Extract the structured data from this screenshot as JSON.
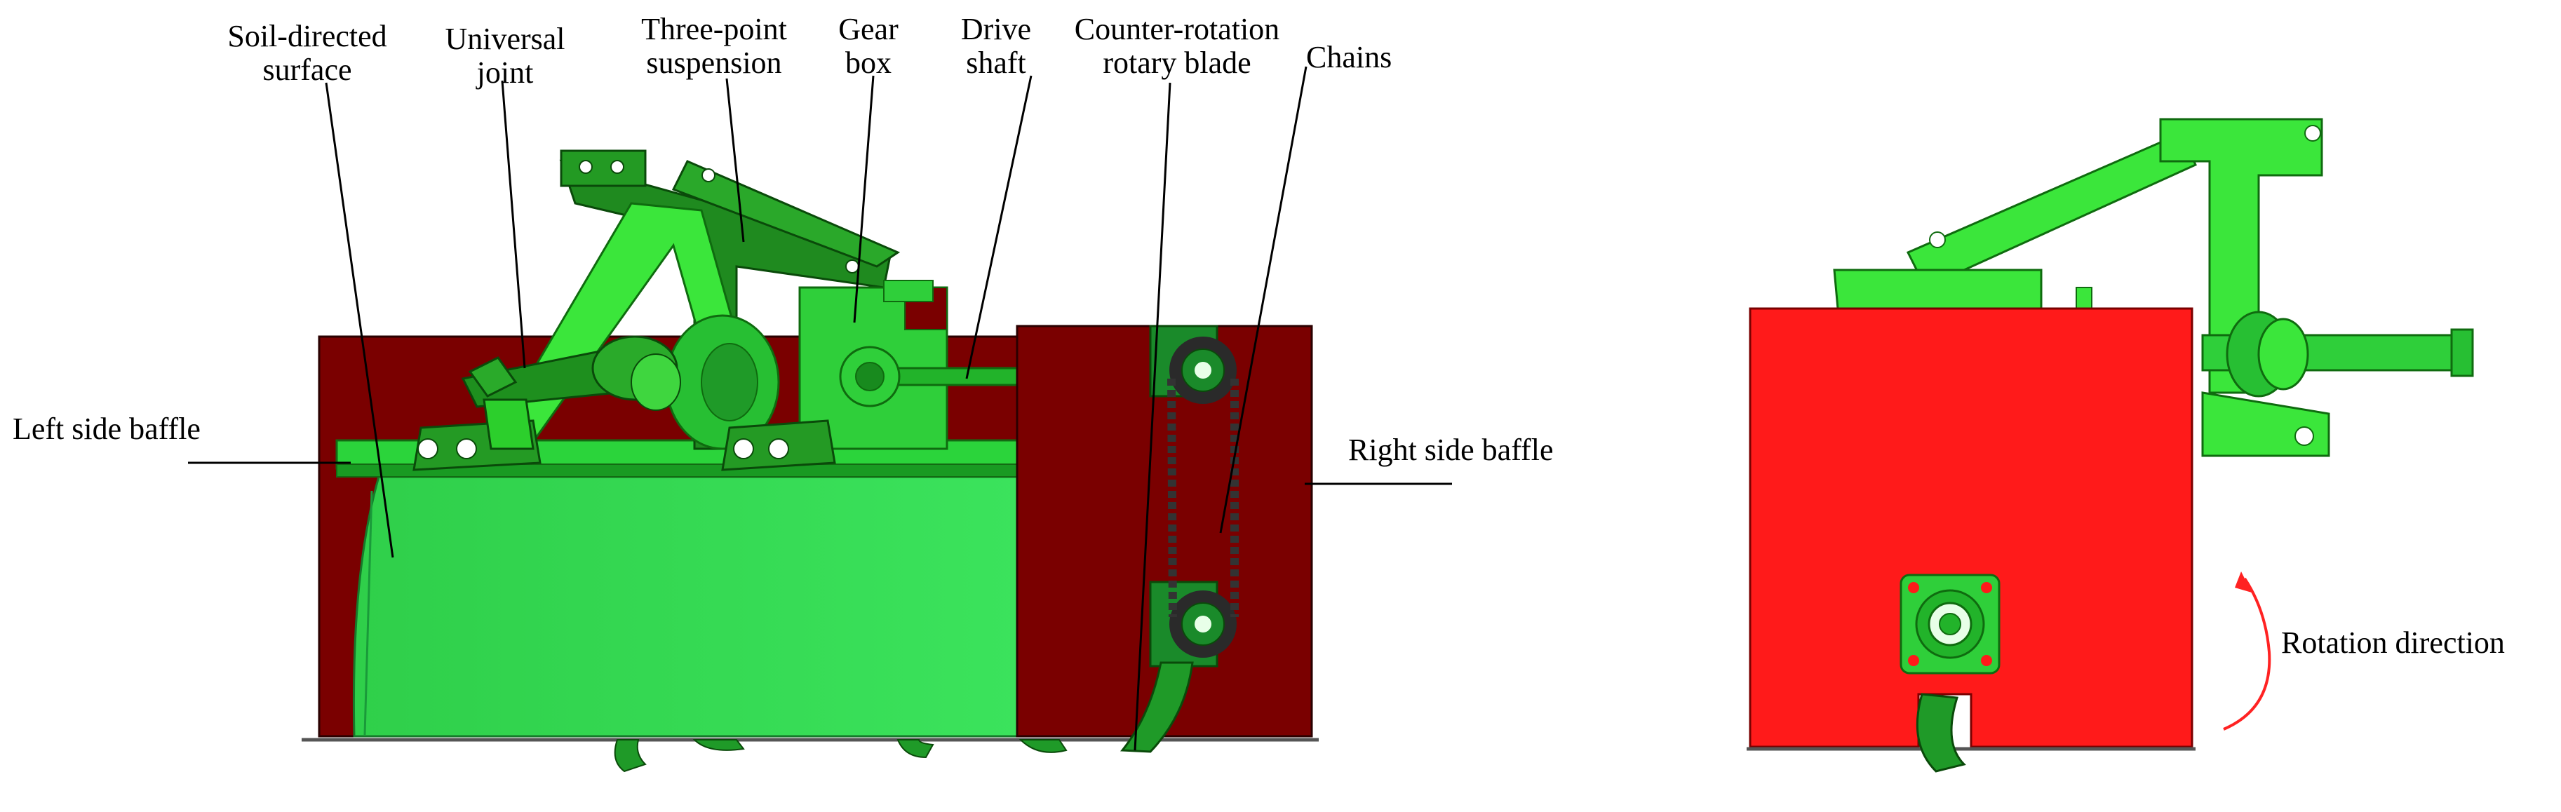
{
  "labels": {
    "soil_directed_surface": "Soil-directed\nsurface",
    "universal_joint": "Universal\njoint",
    "three_point_suspension": "Three-point\nsuspension",
    "gear_box": "Gear\nbox",
    "drive_shaft": "Drive\nshaft",
    "counter_rotation_blade": "Counter-rotation\nrotary blade",
    "chains": "Chains",
    "left_side_baffle": "Left side baffle",
    "right_side_baffle": "Right side baffle",
    "rotation_direction": "Rotation direction"
  },
  "colors": {
    "baffle_dark": "#7a0000",
    "frame_green": "#1f8a1f",
    "body_green": "#33dd55",
    "bright_green": "#3be63b",
    "side_red": "#ff1a1a",
    "arrow_red": "#ff2222"
  }
}
